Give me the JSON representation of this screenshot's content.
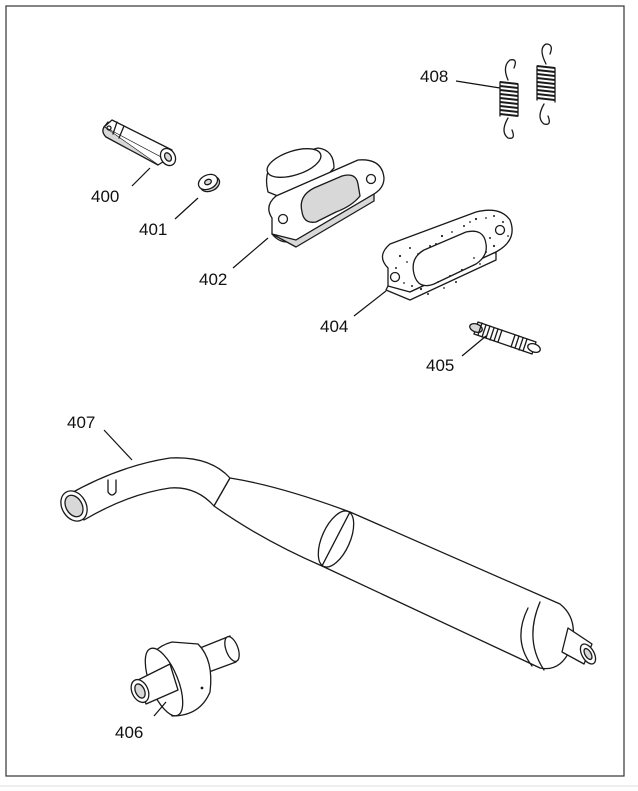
{
  "labels": {
    "p400": "400",
    "p401": "401",
    "p402": "402",
    "p404": "404",
    "p405": "405",
    "p406": "406",
    "p407": "407",
    "p408": "408"
  }
}
